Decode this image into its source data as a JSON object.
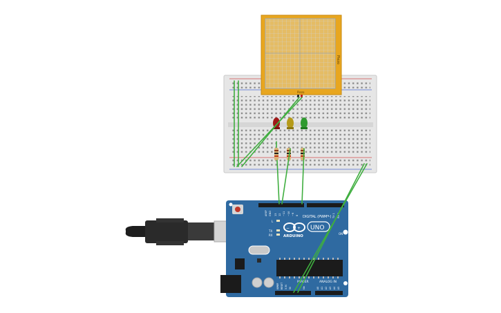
{
  "arduino": {
    "brand": "ARDUINO",
    "model": "UNO",
    "digital_header_label": "DIGITAL (PWM~)",
    "power_label": "POWER",
    "analog_label": "ANALOG IN",
    "aref_label": "AREF",
    "gnd_label": "GND",
    "tx_label": "TX",
    "rx_label": "RX",
    "l_label": "L",
    "on_label": "ON",
    "ioref_label": "IOREF",
    "reset_label": "RESET",
    "v33_label": "3.3V",
    "v5_label": "5V",
    "vin_label": "Vin",
    "pin_13": "13",
    "pin_12": "12",
    "pin_11": "~11",
    "pin_10": "~10",
    "pin_9": "~9",
    "pin_8": "8",
    "pin_2": "2",
    "pin_1": "TX 1",
    "pin_0": "RX 0",
    "a0": "A0",
    "a1": "A1",
    "a2": "A2",
    "a3": "A3",
    "a4": "A4",
    "a5": "A5"
  },
  "display": {
    "side_label": "Piezo",
    "pin_label": "Piezo"
  },
  "colors": {
    "board": "#2f6aa1",
    "wire": "#3fae3f",
    "led_red": "#a01818",
    "led_yellow": "#b59a1a",
    "led_green": "#2f9a2f",
    "display_frame": "#e8a61f",
    "breadboard": "#e6e6e6"
  }
}
